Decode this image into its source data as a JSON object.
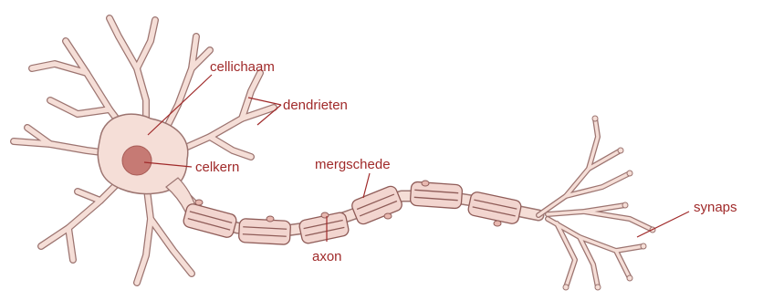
{
  "labels": {
    "cellichaam": "cellichaam",
    "dendrieten": "dendrieten",
    "celkern": "celkern",
    "mergschede": "mergschede",
    "axon": "axon",
    "synaps": "synaps"
  },
  "colors": {
    "cell_fill": "#f5ded7",
    "outline": "#9c7470",
    "nucleus": "#c67a74",
    "sheath_fill": "#f2d5cf",
    "sheath_outline": "#8f5c58",
    "label_text": "#a02a2a"
  }
}
